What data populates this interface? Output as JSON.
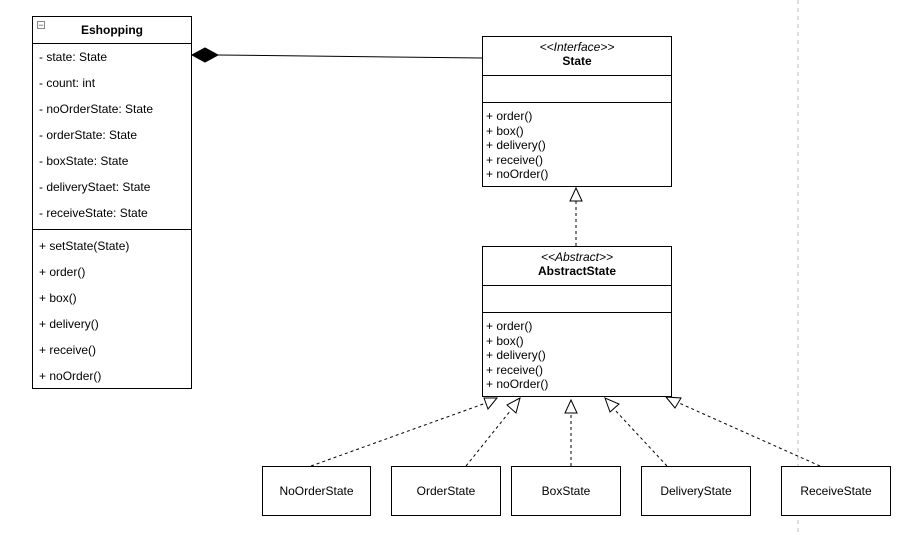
{
  "eshopping": {
    "name": "Eshopping",
    "attributes": [
      "- state: State",
      "- count: int",
      "- noOrderState: State",
      "- orderState: State",
      "- boxState: State",
      "- deliveryStaet: State",
      "- receiveState: State"
    ],
    "methods": [
      "+ setState(State)",
      "+ order()",
      "+ box()",
      "+ delivery()",
      "+ receive()",
      "+ noOrder()"
    ]
  },
  "state": {
    "stereotype": "<<Interface>>",
    "name": "State",
    "methods": [
      "+ order()",
      "+ box()",
      "+ delivery()",
      "+ receive()",
      "+ noOrder()"
    ]
  },
  "abstract_state": {
    "stereotype": "<<Abstract>>",
    "name": "AbstractState",
    "methods": [
      "+ order()",
      "+ box()",
      "+ delivery()",
      "+ receive()",
      "+ noOrder()"
    ]
  },
  "subclasses": [
    "NoOrderState",
    "OrderState",
    "BoxState",
    "DeliveryState",
    "ReceiveState"
  ]
}
